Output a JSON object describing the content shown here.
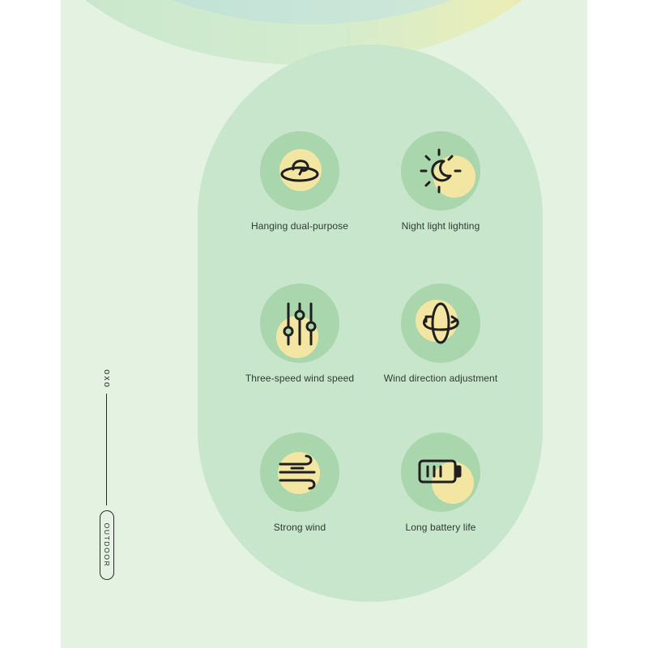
{
  "features": [
    {
      "id": "hanging",
      "label": "Hanging dual-purpose",
      "icon": "hanging-hook-icon"
    },
    {
      "id": "night-light",
      "label": "Night light lighting",
      "icon": "moon-sun-icon"
    },
    {
      "id": "three-speed",
      "label": "Three-speed wind speed",
      "icon": "sliders-icon"
    },
    {
      "id": "wind-direction",
      "label": "Wind direction adjustment",
      "icon": "rotation-icon"
    },
    {
      "id": "strong-wind",
      "label": "Strong wind",
      "icon": "wind-icon"
    },
    {
      "id": "battery",
      "label": "Long battery life",
      "icon": "battery-icon"
    }
  ],
  "side": {
    "brand": "oxo",
    "tag": "OUTDOOR"
  },
  "colors": {
    "panel": "#e3f2e1",
    "capsule": "#c8e6cc",
    "icon_bg": "#a9d6ad",
    "accent": "#f3e6a3",
    "ink": "#1f1f1f"
  }
}
